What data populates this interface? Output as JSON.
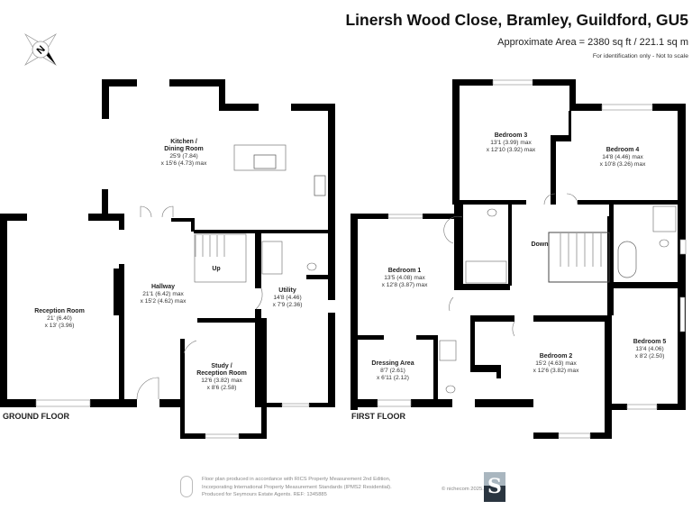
{
  "header": {
    "title": "Linersh Wood Close, Bramley, Guildford, GU5",
    "area": "Approximate Area = 2380 sq ft / 221.1 sq m",
    "note": "For identification only - Not to scale"
  },
  "compass": {
    "letter": "N"
  },
  "ground_floor": {
    "label": "GROUND FLOOR",
    "stairs_label": "Up",
    "rooms": [
      {
        "lines": [
          "Kitchen /",
          "Dining Room"
        ],
        "dims": [
          "25'9 (7.84)",
          "x 15'6 (4.73) max"
        ]
      },
      {
        "lines": [
          "Reception Room"
        ],
        "dims": [
          "21' (6.40)",
          "x 13' (3.96)"
        ]
      },
      {
        "lines": [
          "Hallway"
        ],
        "dims": [
          "21'1 (6.42) max",
          "x 15'2 (4.62) max"
        ]
      },
      {
        "lines": [
          "Utility"
        ],
        "dims": [
          "14'8 (4.46)",
          "x 7'9 (2.36)"
        ]
      },
      {
        "lines": [
          "Study /",
          "Reception Room"
        ],
        "dims": [
          "12'6 (3.82) max",
          "x 8'6 (2.58)"
        ]
      }
    ]
  },
  "first_floor": {
    "label": "FIRST FLOOR",
    "stairs_label": "Down",
    "rooms": [
      {
        "lines": [
          "Bedroom 3"
        ],
        "dims": [
          "13'1 (3.99) max",
          "x 12'10 (3.92) max"
        ]
      },
      {
        "lines": [
          "Bedroom 4"
        ],
        "dims": [
          "14'8 (4.46) max",
          "x 10'8 (3.26) max"
        ]
      },
      {
        "lines": [
          "Bedroom 1"
        ],
        "dims": [
          "13'5 (4.08) max",
          "x 12'8 (3.87) max"
        ]
      },
      {
        "lines": [
          "Dressing Area"
        ],
        "dims": [
          "8'7 (2.61)",
          "x 6'11 (2.12)"
        ]
      },
      {
        "lines": [
          "Bedroom 2"
        ],
        "dims": [
          "15'2 (4.63) max",
          "x 12'6 (3.82) max"
        ]
      },
      {
        "lines": [
          "Bedroom 5"
        ],
        "dims": [
          "13'4 (4.06)",
          "x 8'2 (2.50)"
        ]
      }
    ]
  },
  "footer": {
    "lines": [
      "Floor plan produced in accordance with RICS Property Measurement 2nd Edition,",
      "Incorporating International Property Measurement Standards (IPMS2 Residential).",
      "Produced for Seymours Estate Agents.   REF: 1345885"
    ],
    "copyright": "© nichecom 2025.",
    "logo_letter": "S"
  },
  "colors": {
    "walls": "#000000",
    "text": "#222222",
    "logo_top": "#a9b6bf",
    "logo_bottom": "#2a3540"
  }
}
